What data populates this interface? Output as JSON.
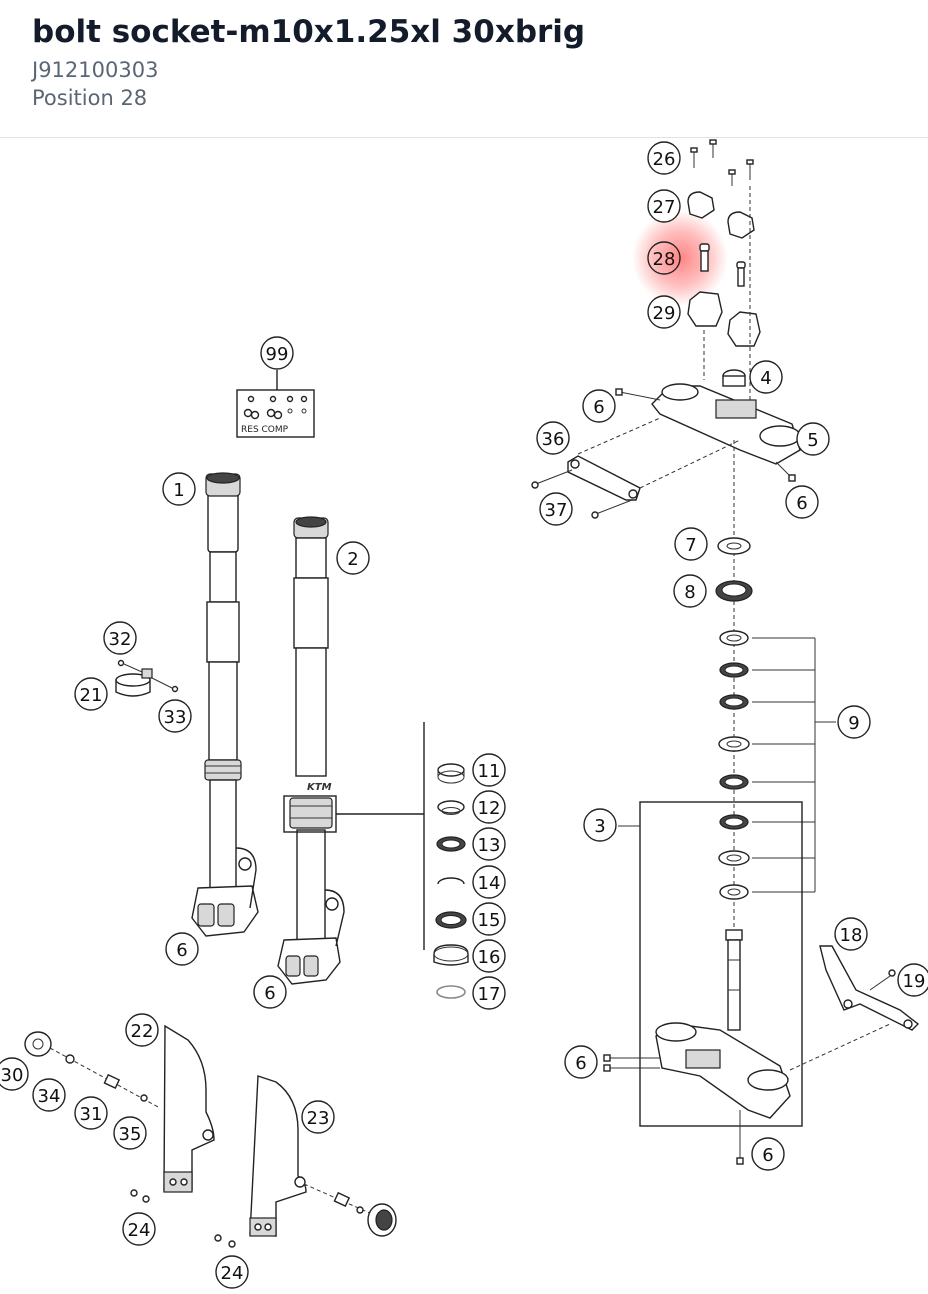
{
  "header": {
    "title": "bolt socket-m10x1.25xl 30xbrig",
    "part_number": "J912100303",
    "position": "Position 28"
  },
  "diagram": {
    "highlight_color": "#ff5a5a",
    "selected_callout": "28",
    "box_label": "RES COMP",
    "callouts": [
      "99",
      "1",
      "2",
      "32",
      "21",
      "33",
      "6",
      "6",
      "11",
      "12",
      "13",
      "14",
      "15",
      "16",
      "17",
      "22",
      "30",
      "34",
      "31",
      "35",
      "24",
      "24",
      "23",
      "26",
      "27",
      "28",
      "29",
      "4",
      "6",
      "5",
      "36",
      "6",
      "37",
      "7",
      "8",
      "9",
      "3",
      "18",
      "19",
      "6",
      "6"
    ]
  }
}
